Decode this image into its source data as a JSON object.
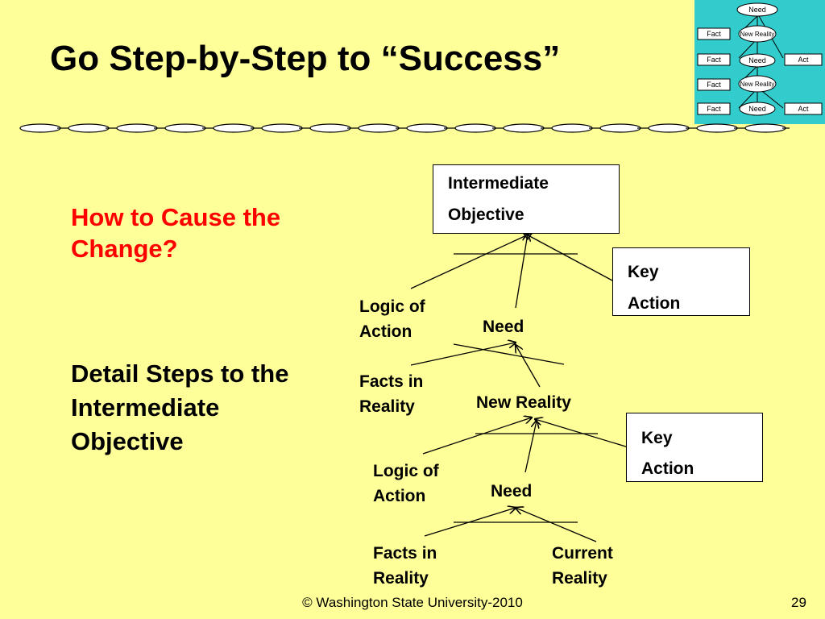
{
  "slide": {
    "title": "Go Step-by-Step to “Success”",
    "side_heading": "How to Cause the Change?",
    "side_body": "Detail Steps to the Intermediate Objective",
    "footer": "© Washington State University-2010",
    "page_number": "29"
  },
  "thumbnail": {
    "nodes": [
      "Need",
      "Fact",
      "New Reality",
      "Fact",
      "Need",
      "Act",
      "Fact",
      "New Reality",
      "Fact",
      "Need",
      "Act"
    ]
  },
  "diagram": {
    "objective_box": {
      "line1": "Intermediate",
      "line2": "Objective"
    },
    "key_action_top": {
      "line1": "Key",
      "line2": "Action"
    },
    "key_action_bottom": {
      "line1": "Key",
      "line2": "Action"
    },
    "logic_top": "Logic of Action",
    "need_top": "Need",
    "facts_top": "Facts in Reality",
    "new_reality": "New Reality",
    "logic_bottom": "Logic of Action",
    "need_bottom": "Need",
    "facts_bottom": "Facts in Reality",
    "current_reality": "Current Reality"
  },
  "colors": {
    "background": "#FFFF99",
    "heading_red": "#FF0000",
    "thumbnail_bg": "#33CCCC"
  }
}
